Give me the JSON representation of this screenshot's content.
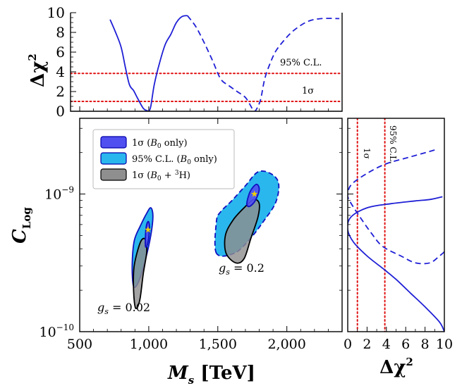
{
  "chart_data": [
    {
      "panel": "top",
      "type": "line",
      "ylabel_main": "Δχ",
      "ylabel_sup": "2",
      "xlim": [
        500,
        2400
      ],
      "ylim": [
        0,
        10
      ],
      "yticks": [
        "0",
        "2",
        "4",
        "6",
        "8",
        "10"
      ],
      "series": [
        {
          "style": "solid",
          "color": "#1f1fd6",
          "x": [
            720,
            760,
            800,
            830,
            860,
            890,
            920,
            960,
            990,
            1000,
            1015,
            1040,
            1080,
            1120,
            1160,
            1200,
            1240,
            1280
          ],
          "y": [
            9.3,
            8.0,
            6.5,
            4.5,
            2.7,
            2.1,
            1.3,
            0.3,
            0.05,
            0.0,
            0.5,
            2.7,
            5.0,
            6.8,
            7.8,
            9.0,
            9.6,
            9.7
          ]
        },
        {
          "style": "dashed",
          "color": "#1f1fd6",
          "x": [
            1280,
            1340,
            1400,
            1460,
            1520,
            1580,
            1640,
            1700,
            1740,
            1760,
            1780,
            1810,
            1840,
            1880,
            1920,
            1980,
            2050,
            2150,
            2250,
            2380
          ],
          "y": [
            9.7,
            8.6,
            7.0,
            5.2,
            3.3,
            2.6,
            2.0,
            1.4,
            0.5,
            0.0,
            0.2,
            1.2,
            3.3,
            4.9,
            6.1,
            7.2,
            8.2,
            9.1,
            9.4,
            9.4
          ]
        }
      ],
      "reference_lines": [
        {
          "value": 3.84,
          "label": "95% C.L.",
          "color": "#e01010"
        },
        {
          "value": 1.0,
          "label": "1σ",
          "color": "#e01010"
        }
      ]
    },
    {
      "panel": "main",
      "type": "contour",
      "xlabel_main": "M",
      "xlabel_sub": "s",
      "xlabel_unit": "[TeV]",
      "ylabel_main": "C",
      "ylabel_sub": "Log",
      "xlim": [
        500,
        2400
      ],
      "ylim_log10": [
        -10,
        -8.45
      ],
      "xticks": [
        {
          "value": 500,
          "label": "500"
        },
        {
          "value": 1000,
          "label": "1,000"
        },
        {
          "value": 1500,
          "label": "1,500"
        },
        {
          "value": 2000,
          "label": "2,000"
        }
      ],
      "yticks": [
        {
          "log10": -9,
          "base": "10",
          "exp": "−9"
        },
        {
          "log10": -10,
          "base": "10",
          "exp": "−10"
        }
      ],
      "legend": {
        "placement": "top-left",
        "entries": [
          {
            "label": "1σ (B0 only)",
            "fill": "#5050f0",
            "stroke": "#0000aa"
          },
          {
            "label": "95% C.L. (B0 only)",
            "fill": "#2ab7ee",
            "stroke": "#0000aa"
          },
          {
            "label": "1σ (B0 + 3H)",
            "fill": "#8f8f8f",
            "stroke": "#000000"
          }
        ]
      },
      "annotations": [
        {
          "text": "g",
          "sub": "s",
          "value": " = 0.02"
        },
        {
          "text": "g",
          "sub": "s",
          "value": " = 0.2"
        }
      ],
      "best_fit": [
        {
          "x": 995,
          "log10y": -9.26,
          "color": "#f0d000"
        },
        {
          "x": 1765,
          "log10y": -9.0,
          "color": "#f0d000"
        }
      ],
      "regions": [
        {
          "group": "g=0.02",
          "kind": "95",
          "style": "solid",
          "points": [
            [
              890,
              -9.67
            ],
            [
              880,
              -9.52
            ],
            [
              895,
              -9.34
            ],
            [
              940,
              -9.23
            ],
            [
              985,
              -9.14
            ],
            [
              1015,
              -9.1
            ],
            [
              1030,
              -9.16
            ],
            [
              1015,
              -9.3
            ],
            [
              975,
              -9.48
            ],
            [
              925,
              -9.64
            ]
          ]
        },
        {
          "group": "g=0.02",
          "kind": "sigma",
          "style": "solid",
          "points": [
            [
              975,
              -9.37
            ],
            [
              980,
              -9.25
            ],
            [
              995,
              -9.2
            ],
            [
              1005,
              -9.23
            ],
            [
              1000,
              -9.32
            ],
            [
              985,
              -9.38
            ]
          ]
        },
        {
          "group": "g=0.02",
          "kind": "gray",
          "style": "solid",
          "points": [
            [
              905,
              -9.83
            ],
            [
              890,
              -9.7
            ],
            [
              895,
              -9.52
            ],
            [
              940,
              -9.35
            ],
            [
              975,
              -9.33
            ],
            [
              985,
              -9.42
            ],
            [
              960,
              -9.58
            ],
            [
              935,
              -9.77
            ]
          ]
        },
        {
          "group": "g=0.2",
          "kind": "95",
          "style": "dashed",
          "points": [
            [
              1490,
              -9.43
            ],
            [
              1490,
              -9.2
            ],
            [
              1520,
              -9.13
            ],
            [
              1600,
              -9.05
            ],
            [
              1700,
              -8.94
            ],
            [
              1790,
              -8.84
            ],
            [
              1880,
              -8.85
            ],
            [
              1940,
              -8.92
            ],
            [
              1920,
              -9.06
            ],
            [
              1830,
              -9.2
            ],
            [
              1730,
              -9.33
            ],
            [
              1620,
              -9.43
            ]
          ]
        },
        {
          "group": "g=0.2",
          "kind": "sigma",
          "style": "solid",
          "points": [
            [
              1710,
              -9.07
            ],
            [
              1735,
              -8.98
            ],
            [
              1780,
              -8.93
            ],
            [
              1800,
              -8.97
            ],
            [
              1770,
              -9.05
            ],
            [
              1730,
              -9.09
            ]
          ]
        },
        {
          "group": "g=0.2",
          "kind": "gray",
          "style": "solid",
          "points": [
            [
              1560,
              -9.43
            ],
            [
              1555,
              -9.3
            ],
            [
              1610,
              -9.19
            ],
            [
              1690,
              -9.1
            ],
            [
              1760,
              -9.04
            ],
            [
              1800,
              -9.07
            ],
            [
              1790,
              -9.17
            ],
            [
              1740,
              -9.32
            ],
            [
              1690,
              -9.47
            ],
            [
              1630,
              -9.5
            ]
          ]
        }
      ]
    },
    {
      "panel": "right",
      "type": "line",
      "xlabel_main": "Δχ",
      "xlabel_sup": "2",
      "xlim": [
        0,
        10
      ],
      "xticks": [
        "0",
        "2",
        "4",
        "6",
        "8",
        "10"
      ],
      "series": [
        {
          "style": "solid",
          "color": "#1f1fd6",
          "x": [
            10,
            9.5,
            8.0,
            6.5,
            5.0,
            3.8,
            2.0,
            0.6,
            0.0,
            0.3,
            2.0,
            4.5,
            7.0,
            8.5,
            9.8
          ],
          "log10y": [
            -10,
            -9.93,
            -9.82,
            -9.72,
            -9.62,
            -9.55,
            -9.45,
            -9.35,
            -9.26,
            -9.17,
            -9.1,
            -9.07,
            -9.05,
            -9.04,
            -9.02
          ]
        },
        {
          "style": "dashed",
          "color": "#1f1fd6",
          "x": [
            10,
            9.5,
            8.5,
            7.0,
            5.5,
            3.6,
            2.4,
            1.2,
            0.2,
            0.0,
            0.4,
            2.0,
            4.0,
            6.5,
            9.0
          ],
          "log10y": [
            -9.42,
            -9.45,
            -9.5,
            -9.5,
            -9.45,
            -9.38,
            -9.28,
            -9.16,
            -9.05,
            -9.0,
            -8.93,
            -8.85,
            -8.78,
            -8.73,
            -8.68
          ]
        }
      ],
      "reference_lines": [
        {
          "value": 1.0,
          "label": "1σ",
          "color": "#e01010"
        },
        {
          "value": 3.84,
          "label": "95% C.L.",
          "color": "#e01010"
        }
      ]
    }
  ]
}
